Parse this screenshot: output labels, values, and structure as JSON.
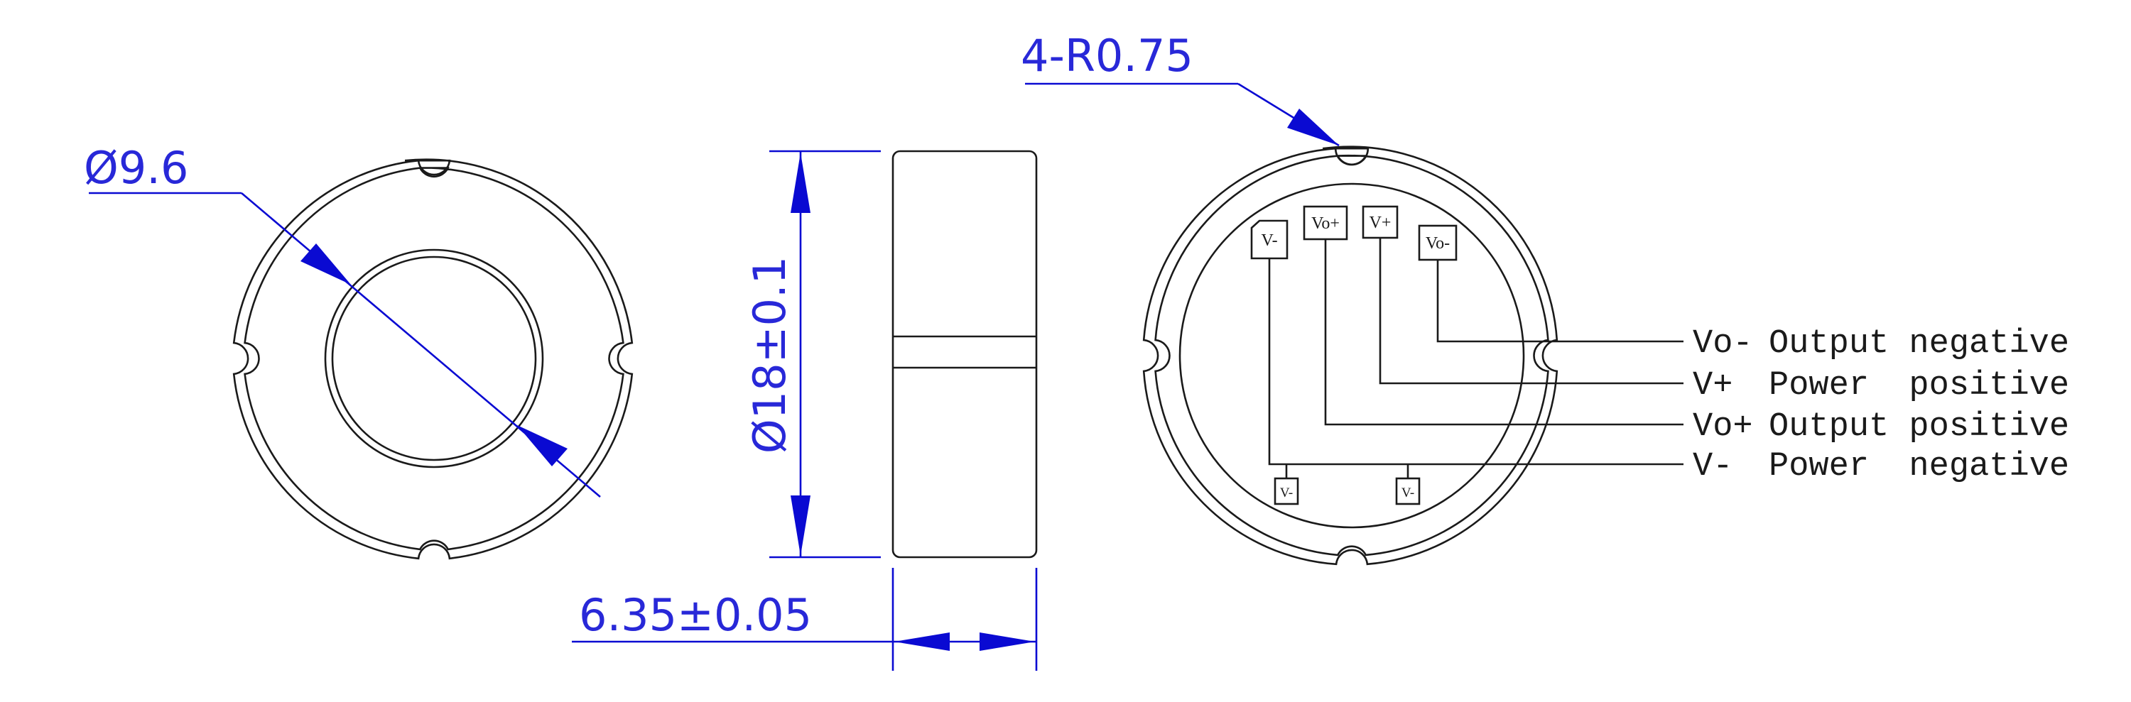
{
  "dimensions": {
    "inner_diameter": "Ø9.6",
    "outer_diameter": "Ø18±0.1",
    "thickness": "6.35±0.05",
    "notch_radius": "4-R0.75"
  },
  "pins": {
    "top_left": "V-",
    "top_vo_plus": "Vo+",
    "top_v_plus": "V+",
    "top_vo_minus": "Vo-",
    "bottom_left": "V-",
    "bottom_right": "V-"
  },
  "legend": [
    {
      "pin": "Vo-",
      "function": "Output negative"
    },
    {
      "pin": "V+",
      "function": "Power  positive"
    },
    {
      "pin": "Vo+",
      "function": "Output positive"
    },
    {
      "pin": "V-",
      "function": "Power  negative"
    }
  ],
  "colors": {
    "dimension_lines": "#0a0ad2",
    "dimension_text": "#2828d8",
    "outline": "#1a1a1a"
  }
}
